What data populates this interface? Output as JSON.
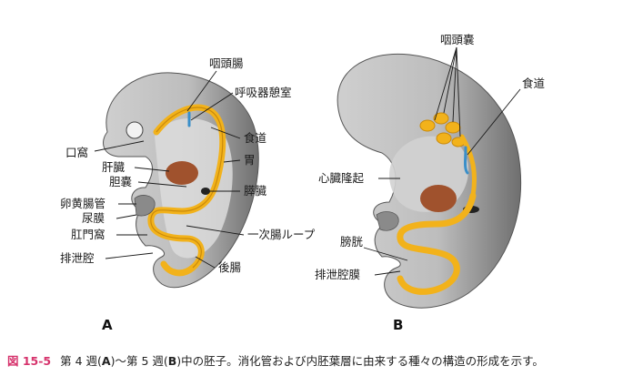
{
  "panel_a": {
    "letter": "A",
    "labels": {
      "pharyngeal_gut": "咽頭腸",
      "respiratory_diverticulum": "呼吸器憩室",
      "stomodeum": "口窩",
      "esophagus": "食道",
      "stomach": "胃",
      "liver": "肝臓",
      "gallbladder": "胆嚢",
      "pancreas": "膵臓",
      "vitelline_duct": "卵黄腸管",
      "allantois": "尿膜",
      "proctodeum": "肛門窩",
      "cloaca": "排泄腔",
      "primary_intestinal_loop": "一次腸ループ",
      "hindgut": "後腸"
    }
  },
  "panel_b": {
    "letter": "B",
    "labels": {
      "pharyngeal_pouches": "咽頭嚢",
      "esophagus": "食道",
      "heart_bulge": "心臓隆起",
      "bladder": "膀胱",
      "cloacal_membrane": "排泄腔膜"
    }
  },
  "caption": {
    "figure_number": "図 15-5",
    "text_1": "第 4 週(",
    "a": "A",
    "text_2": ")〜第 5 週(",
    "b": "B",
    "text_3": ")中の胚子。消化管および内胚葉層に由来する種々の構造の形成を示す。"
  },
  "colors": {
    "embryo_light": "#d9d9d9",
    "embryo_dark": "#8a8a8a",
    "gut_yellow": "#f2b21b",
    "liver_brown": "#a0522d",
    "caption_red": "#d6336c"
  }
}
